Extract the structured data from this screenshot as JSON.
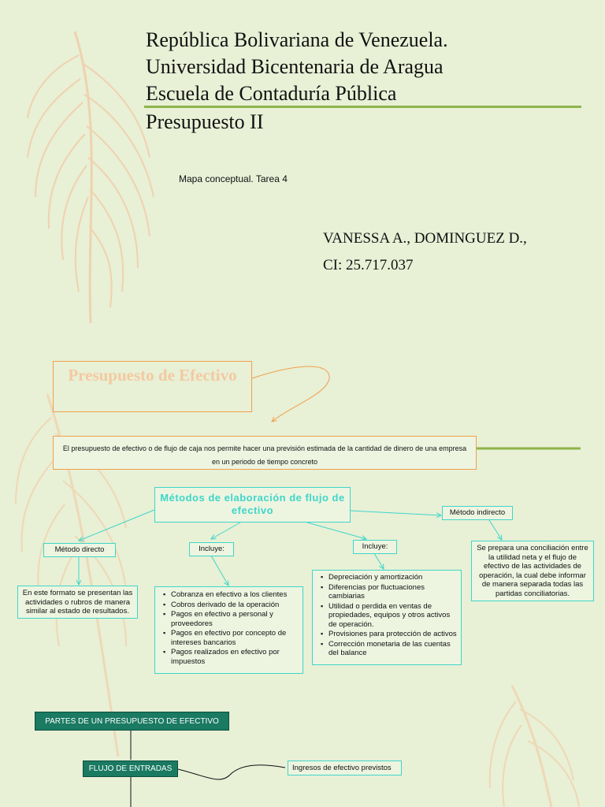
{
  "header": {
    "line1": "República Bolivariana de Venezuela.",
    "line2": "Universidad Bicentenaria de Aragua",
    "line3": "Escuela de Contaduría Pública",
    "line4": "Presupuesto II"
  },
  "subtitle": "Mapa conceptual. Tarea 4",
  "author": {
    "name": "VANESSA A., DOMINGUEZ D.,",
    "ci": "CI: 25.717.037"
  },
  "concept_map": {
    "title": "Presupuesto de Efectivo",
    "definition": "El presupuesto de efectivo o de flujo de caja nos permite hacer una previsión estimada de la cantidad de dinero de una empresa en un periodo de tiempo concreto",
    "methods_title": "Métodos de elaboración de flujo de efectivo",
    "direct": {
      "label": "Método directo",
      "description": "En este formato se presentan las actividades o rubros de manera similar al estado de resultados."
    },
    "includes_left": {
      "label": "Incluye:",
      "items": [
        "Cobranza en efectivo a los clientes",
        "Cobros derivado de la operación",
        "Pagos en efectivo a personal y proveedores",
        "Pagos en efectivo por concepto de intereses bancarios",
        "Pagos realizados en efectivo por impuestos"
      ]
    },
    "includes_right": {
      "label": "Incluye:",
      "items": [
        "Depreciación y amortización",
        "Diferencias por fluctuaciones cambiarias",
        "Utilidad o perdida en ventas de propiedades, equipos y otros activos de operación.",
        "Provisiones para protección de activos",
        "Corrección monetaria de las cuentas del balance"
      ]
    },
    "indirect": {
      "label": "Método indirecto",
      "description": "Se prepara una conciliación entre la utilidad neta y el flujo de efectivo de las actividades de operación, la cual debe informar de manera separada todas las partidas conciliatorias."
    },
    "parts_title": "PARTES DE UN PRESUPUESTO DE EFECTIVO",
    "inflow_label": "FLUJO DE ENTRADAS",
    "inflow_desc": "Ingresos de efectivo previstos"
  },
  "colors": {
    "background": "#e8f0d6",
    "accent_green": "#8db54a",
    "orange": "#f0a04a",
    "cyan": "#3fd6c8",
    "dark_green": "#1a7a62"
  }
}
